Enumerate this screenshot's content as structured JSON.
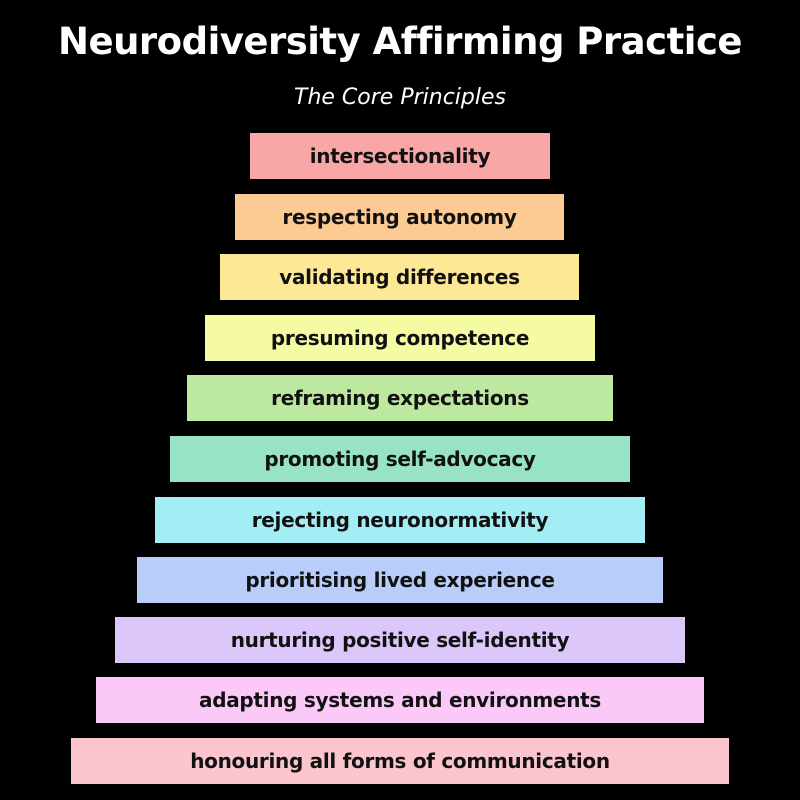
{
  "title": "Neurodiversity Affirming Practice",
  "subtitle": "The Core Principles",
  "tiers": [
    {
      "label": "intersectionality",
      "color": "#f9a6a6"
    },
    {
      "label": "respecting autonomy",
      "color": "#fccb93"
    },
    {
      "label": "validating differences",
      "color": "#fde896"
    },
    {
      "label": "presuming competence",
      "color": "#f4fba2"
    },
    {
      "label": "reframing expectations",
      "color": "#bde8a0"
    },
    {
      "label": "promoting self-advocacy",
      "color": "#98e2c5"
    },
    {
      "label": "rejecting neuronormativity",
      "color": "#a3eef4"
    },
    {
      "label": "prioritising lived experience",
      "color": "#b9cdfb"
    },
    {
      "label": "nurturing positive self-identity",
      "color": "#dcc7fb"
    },
    {
      "label": "adapting systems and environments",
      "color": "#fbc9f7"
    },
    {
      "label": "honouring all forms of communication",
      "color": "#fbc5ce"
    }
  ]
}
